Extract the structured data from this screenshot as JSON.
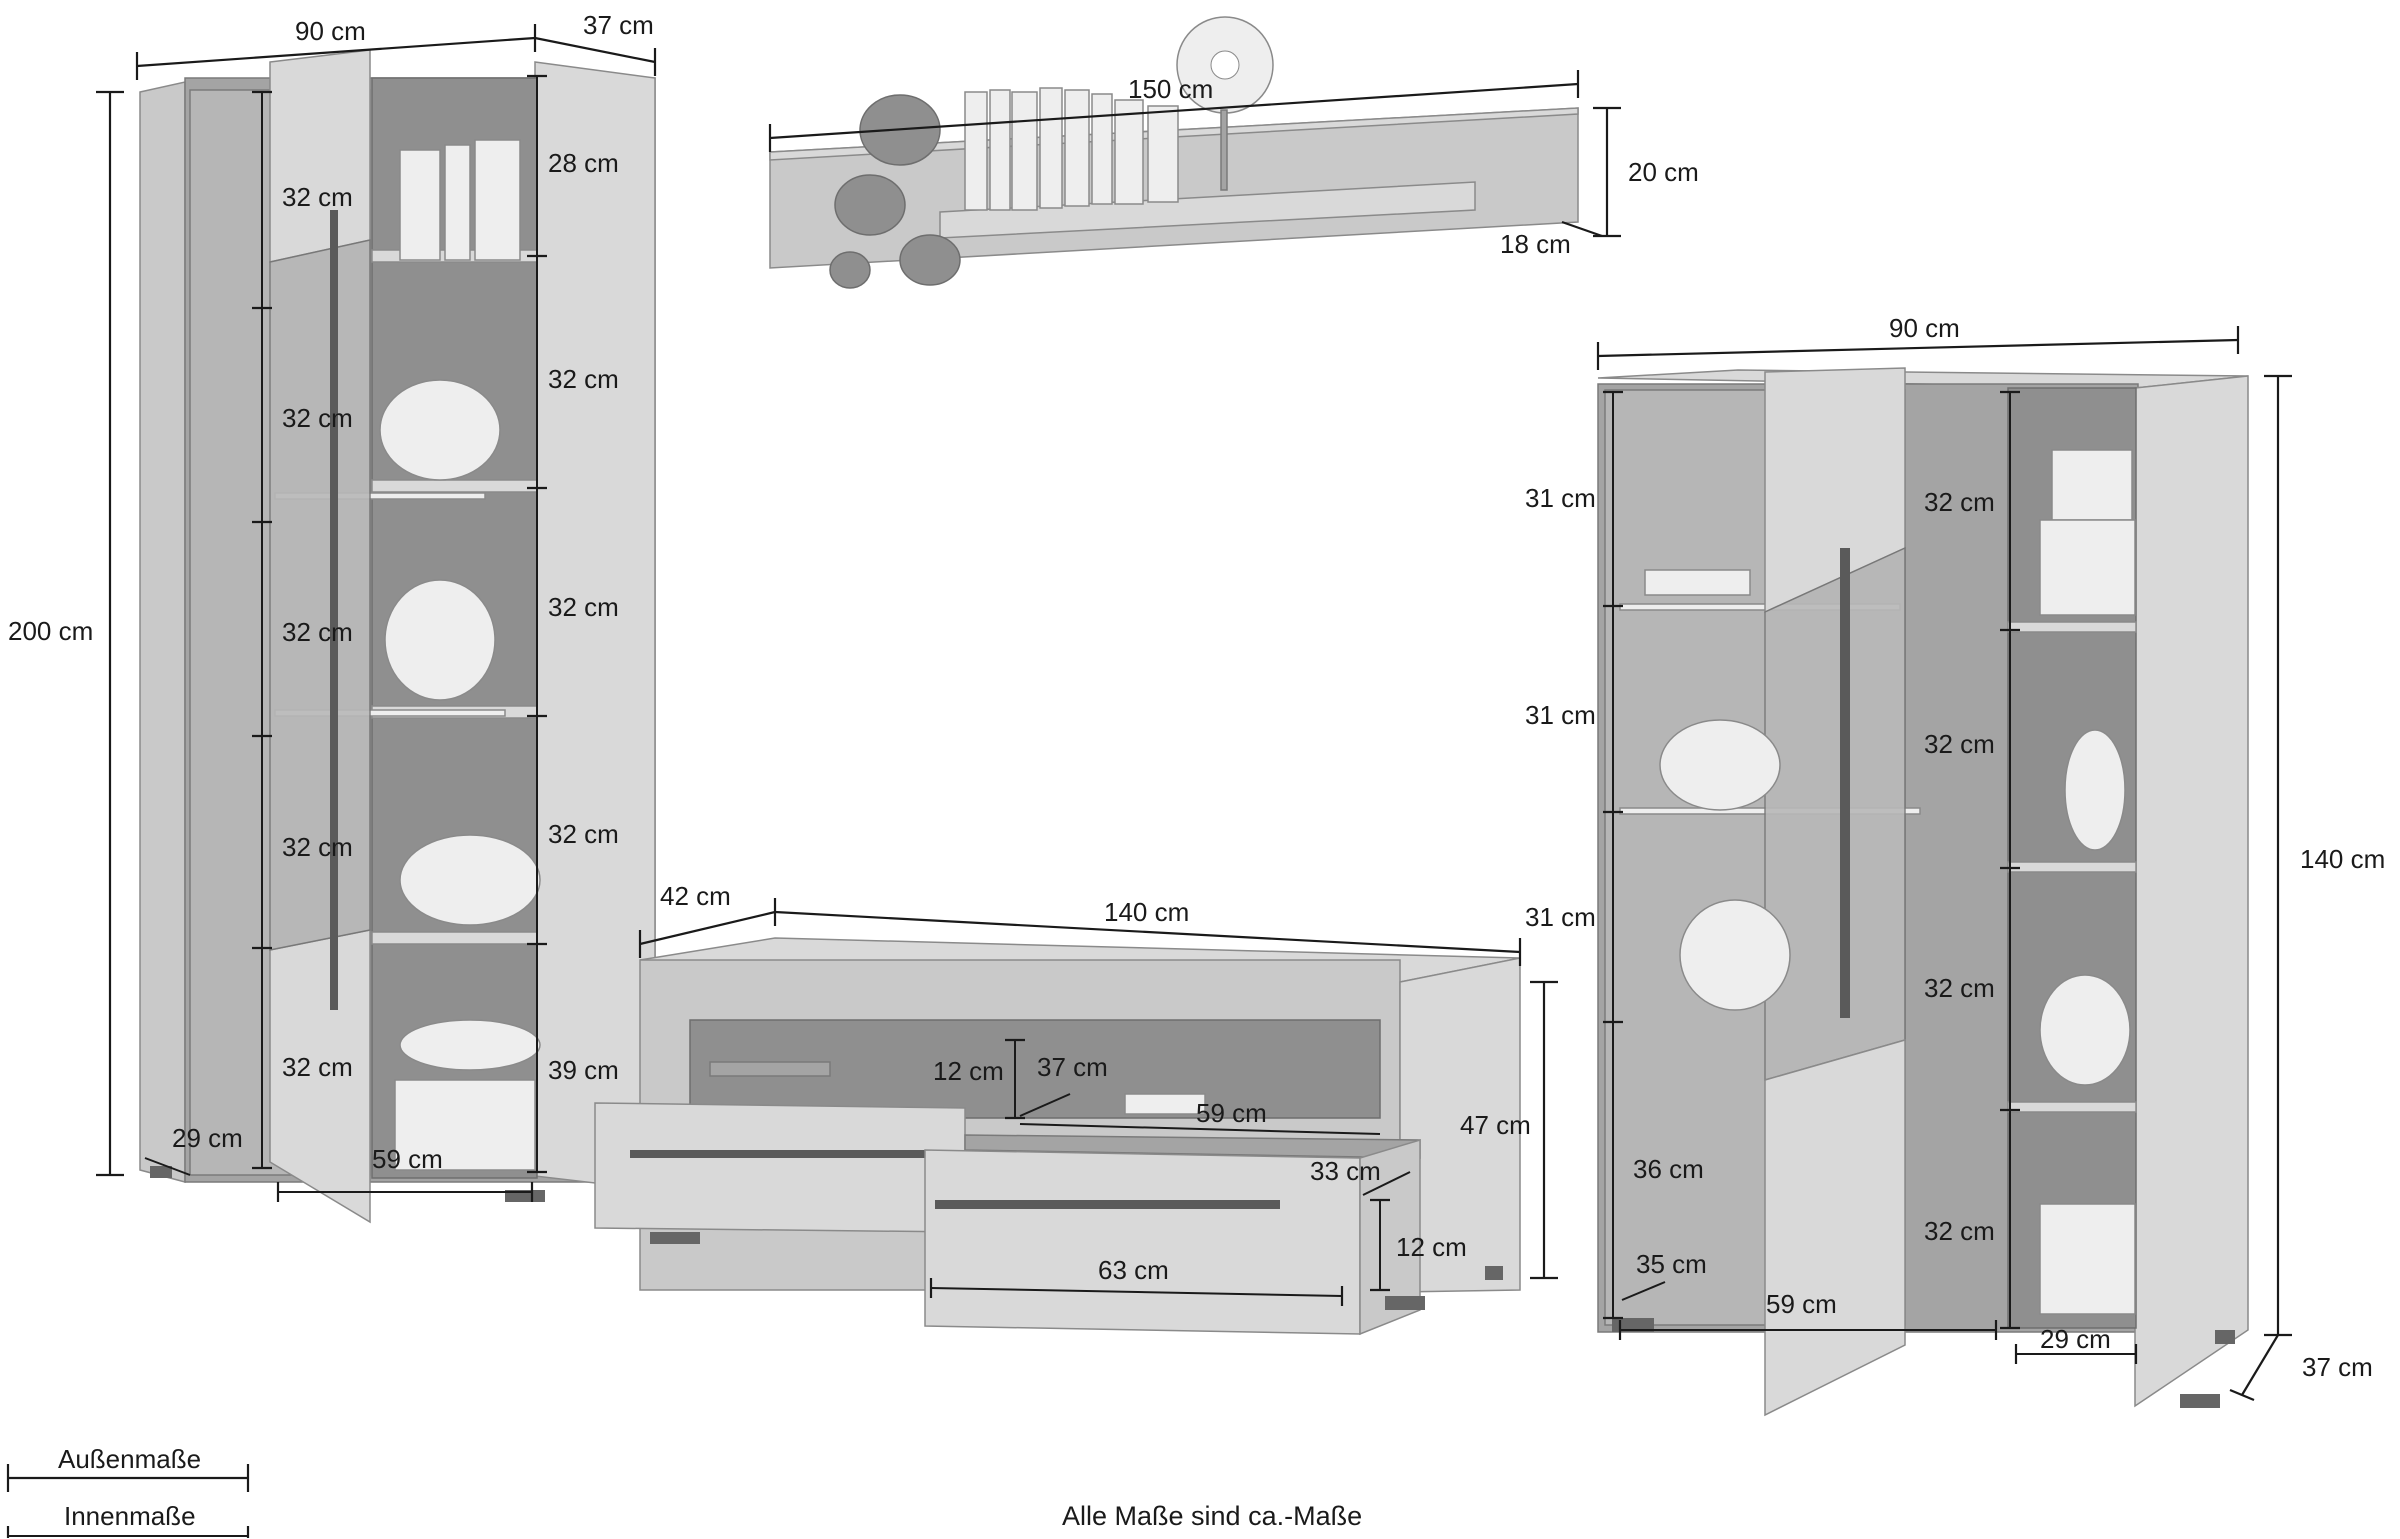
{
  "units": "cm",
  "legend": {
    "outer_label": "Außenmaße",
    "inner_label": "Innenmaße"
  },
  "note": "Alle Maße sind ca.-Maße",
  "tall_cabinet": {
    "width": "90 cm",
    "depth": "37 cm",
    "height": "200 cm",
    "left_compartments": [
      "32 cm",
      "32 cm",
      "32 cm",
      "32 cm",
      "32 cm"
    ],
    "right_compartments": [
      "28 cm",
      "32 cm",
      "32 cm",
      "32 cm",
      "39 cm"
    ],
    "inner_depth": "29 cm",
    "inner_width": "59 cm"
  },
  "wall_shelf": {
    "width": "150 cm",
    "height": "20 cm",
    "depth": "18 cm"
  },
  "tv_board": {
    "depth": "42 cm",
    "width": "140 cm",
    "height": "47 cm",
    "open_compartment_height": "12 cm",
    "open_compartment_depth": "37 cm",
    "open_compartment_width": "59 cm",
    "drawer_depth": "33 cm",
    "drawer_height": "12 cm",
    "drawer_width": "63 cm"
  },
  "highboard": {
    "width": "90 cm",
    "height": "140 cm",
    "depth": "37 cm",
    "left_compartments": [
      "31 cm",
      "31 cm",
      "31 cm",
      "36 cm"
    ],
    "right_compartments": [
      "32 cm",
      "32 cm",
      "32 cm",
      "32 cm"
    ],
    "inner_depth_left": "35 cm",
    "inner_width_left": "59 cm",
    "inner_width_right": "29 cm"
  }
}
